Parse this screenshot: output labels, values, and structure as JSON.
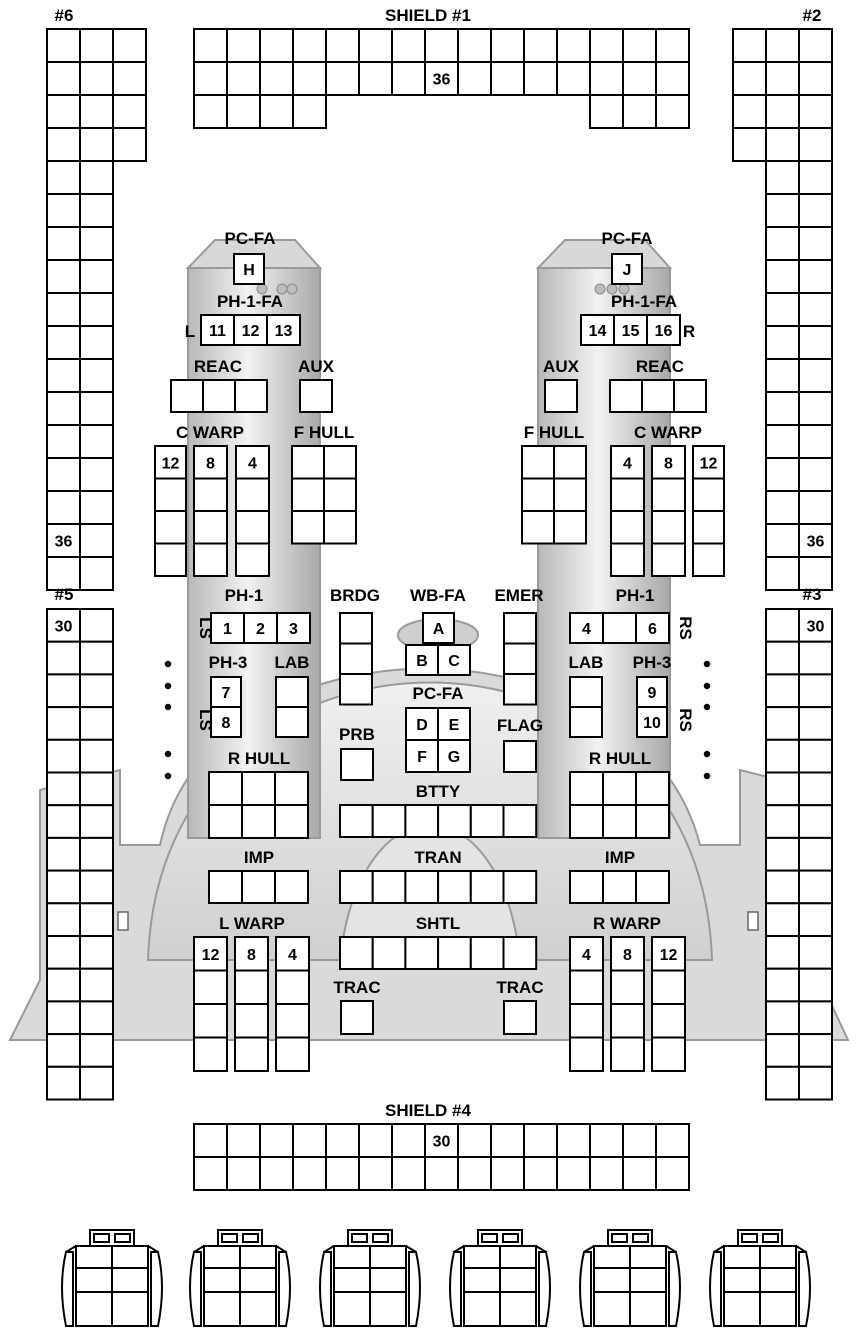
{
  "labels": {
    "shield1": "SHIELD #1",
    "shield2": "#2",
    "shield3": "#3",
    "shield4": "SHIELD #4",
    "shield5": "#5",
    "shield6": "#6",
    "pcfa_left": "PC-FA",
    "pcfa_right": "PC-FA",
    "pcfa_center": "PC-FA",
    "ph1fa_left": "PH-1-FA",
    "ph1fa_right": "PH-1-FA",
    "ph1fa_left_side": "L",
    "ph1fa_right_side": "R",
    "reac_left": "REAC",
    "reac_right": "REAC",
    "aux_left": "AUX",
    "aux_right": "AUX",
    "cwarp_left": "C WARP",
    "cwarp_right": "C WARP",
    "fhull_left": "F HULL",
    "fhull_right": "F HULL",
    "ph1_left": "PH-1",
    "ph1_right": "PH-1",
    "brdg": "BRDG",
    "wbfa": "WB-FA",
    "emer": "EMER",
    "ph3_left": "PH-3",
    "ph3_right": "PH-3",
    "lab_left": "LAB",
    "lab_right": "LAB",
    "ls_1": "LS",
    "ls_2": "LS",
    "rs_1": "RS",
    "rs_2": "RS",
    "prb": "PRB",
    "flag": "FLAG",
    "rhull_left": "R HULL",
    "rhull_right": "R HULL",
    "btty": "BTTY",
    "imp_left": "IMP",
    "imp_right": "IMP",
    "tran": "TRAN",
    "lwarp": "L WARP",
    "rwarp": "R WARP",
    "shtl": "SHTL",
    "trac_left": "TRAC",
    "trac_right": "TRAC"
  },
  "boxes": {
    "shield1_mark": "36",
    "shield2_mark": "36",
    "shield6_mark": "36",
    "shield3_mark": "30",
    "shield4_mark": "30",
    "shield5_mark": "30",
    "pcfa_h": "H",
    "pcfa_j": "J",
    "ph1fa_11": "11",
    "ph1fa_12": "12",
    "ph1fa_13": "13",
    "ph1fa_14": "14",
    "ph1fa_15": "15",
    "ph1fa_16": "16",
    "cwarp_l_12": "12",
    "cwarp_l_8": "8",
    "cwarp_l_4": "4",
    "cwarp_r_4": "4",
    "cwarp_r_8": "8",
    "cwarp_r_12": "12",
    "ph1_l_1": "1",
    "ph1_l_2": "2",
    "ph1_l_3": "3",
    "ph1_r_4": "4",
    "ph1_r_6": "6",
    "ph3_l_7": "7",
    "ph3_l_8": "8",
    "ph3_r_9": "9",
    "ph3_r_10": "10",
    "wbfa_a": "A",
    "wbfa_b": "B",
    "wbfa_c": "C",
    "pcfa_d": "D",
    "pcfa_e": "E",
    "pcfa_f": "F",
    "pcfa_g": "G",
    "lwarp_12": "12",
    "lwarp_8": "8",
    "lwarp_4": "4",
    "rwarp_4": "4",
    "rwarp_8": "8",
    "rwarp_12": "12"
  }
}
